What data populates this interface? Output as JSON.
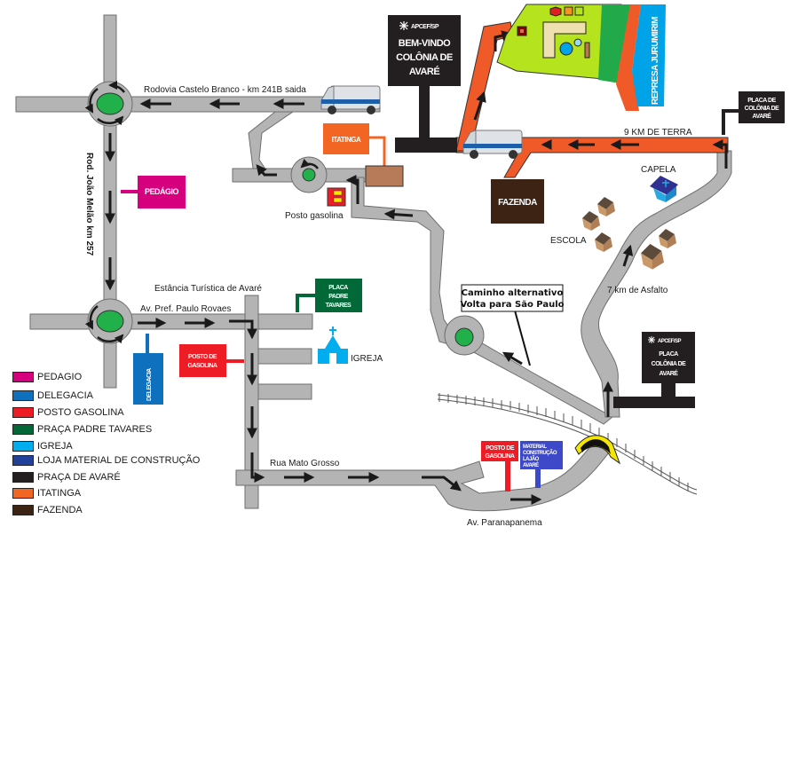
{
  "map": {
    "roads": {
      "castelo_branco": "Rodovia Castelo Branco - km 241B saida",
      "joao_melao": "Rod. João Melão km 257",
      "estancia": "Estância Turística de Avaré",
      "paulo_rovaes": "Av. Pref. Paulo Rovaes",
      "mato_grosso": "Rua Mato Grosso",
      "paranapanema": "Av. Paranapanema",
      "terra": "9 KM DE TERRA",
      "asfalto": "7 km de Asfalto"
    },
    "places": {
      "posto_gasolina_label": "Posto gasolina",
      "capela": "CAPELA",
      "escola": "ESCOLA",
      "igreja": "IGREJA",
      "represa": "REPRESA JURUMIRIM"
    },
    "signs": {
      "welcome_brand": "APCEF/SP",
      "welcome_lines": [
        "BEM-VINDO",
        "COLÔNIA DE",
        "AVARÉ"
      ],
      "itatinga": "ITATINGA",
      "fazenda": "FAZENDA",
      "pedagio": "PEDÁGIO",
      "placa_colonia_top_lines": [
        "PLACA DE",
        "COLÔNIA DE",
        "AVARÉ"
      ],
      "placa_padre_lines": [
        "PLACA",
        "PADRE",
        "TAVARES"
      ],
      "delegacia": "DELEGACIA",
      "posto_sign_lines": [
        "POSTO DE",
        "GASOLINA"
      ],
      "posto_sign2_lines": [
        "POSTO DE",
        "GASOLINA"
      ],
      "material_lines": [
        "MATERIAL",
        "CONSTRUÇÃO",
        "LAJÃO",
        "AVARÉ"
      ],
      "placa_colonia_bottom_brand": "APCEF/SP",
      "placa_colonia_bottom_lines": [
        "PLACA",
        "COLÔNIA DE",
        "AVARÉ"
      ],
      "alternativo_lines": [
        "Caminho alternativo",
        "Volta para São Paulo"
      ]
    },
    "colors": {
      "road": "#b4b4b4",
      "road_edge": "#6e6e6e",
      "orange_road": "#f05a28",
      "roundabout": "#22b04b",
      "grass_light": "#b5e41f",
      "grass_dark": "#22aa4a",
      "water": "#00a2e8"
    }
  },
  "legend": {
    "items": [
      {
        "label": "PEDAGIO",
        "color": "#d6007e"
      },
      {
        "label": "DELEGACIA",
        "color": "#0f71be"
      },
      {
        "label": "POSTO GASOLINA",
        "color": "#ee1c25"
      },
      {
        "label": "PRAÇA PADRE TAVARES",
        "color": "#036838"
      },
      {
        "label": "IGREJA",
        "color": "#00aeef"
      },
      {
        "label": "LOJA MATERIAL DE CONSTRUÇÃO",
        "color": "#21409a"
      },
      {
        "label": "PRAÇA DE AVARÉ",
        "color": "#231f20"
      },
      {
        "label": "ITATINGA",
        "color": "#f26522"
      },
      {
        "label": "FAZENDA",
        "color": "#3d2314"
      }
    ]
  }
}
